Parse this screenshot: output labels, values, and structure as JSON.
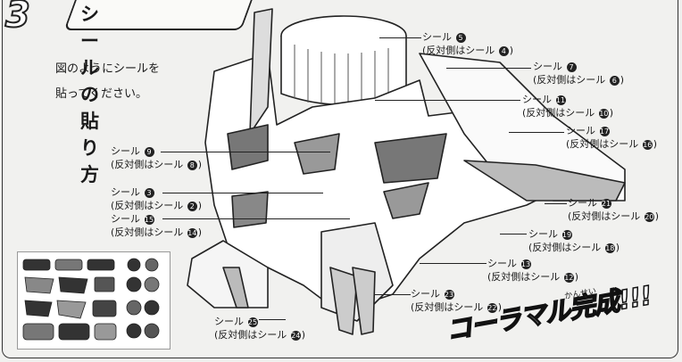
{
  "step": {
    "number": "3",
    "title": "シールの貼り方"
  },
  "instruction": {
    "line1": "図のようにシールを",
    "line2": "貼ってください。"
  },
  "callouts": [
    {
      "main": "シール",
      "num": "5",
      "sub_prefix": "(反対側はシール",
      "sub_num": "4",
      "sub_suffix": ")"
    },
    {
      "main": "シール",
      "num": "7",
      "sub_prefix": "(反対側はシール",
      "sub_num": "6",
      "sub_suffix": ")"
    },
    {
      "main": "シール",
      "num": "11",
      "sub_prefix": "(反対側はシール",
      "sub_num": "10",
      "sub_suffix": ")"
    },
    {
      "main": "シール",
      "num": "17",
      "sub_prefix": "(反対側はシール",
      "sub_num": "16",
      "sub_suffix": ")"
    },
    {
      "main": "シール",
      "num": "9",
      "sub_prefix": "(反対側はシール",
      "sub_num": "8",
      "sub_suffix": ")"
    },
    {
      "main": "シール",
      "num": "3",
      "sub_prefix": "(反対側はシール",
      "sub_num": "2",
      "sub_suffix": ")"
    },
    {
      "main": "シール",
      "num": "15",
      "sub_prefix": "(反対側はシール",
      "sub_num": "14",
      "sub_suffix": ")"
    },
    {
      "main": "シール",
      "num": "21",
      "sub_prefix": "(反対側はシール",
      "sub_num": "20",
      "sub_suffix": ")"
    },
    {
      "main": "シール",
      "num": "19",
      "sub_prefix": "(反対側はシール",
      "sub_num": "18",
      "sub_suffix": ")"
    },
    {
      "main": "シール",
      "num": "13",
      "sub_prefix": "(反対側はシール",
      "sub_num": "12",
      "sub_suffix": ")"
    },
    {
      "main": "シール",
      "num": "23",
      "sub_prefix": "(反対側はシール",
      "sub_num": "22",
      "sub_suffix": ")"
    },
    {
      "main": "シール",
      "num": "25",
      "sub_prefix": "(反対側はシール",
      "sub_num": "24",
      "sub_suffix": ")"
    }
  ],
  "complete": {
    "text": "コーラマル完成!!!",
    "ruby": "かんせい"
  }
}
